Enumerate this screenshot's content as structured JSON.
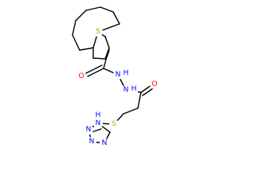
{
  "colors": {
    "background": "#ffffff",
    "bond": "#000000",
    "carbon_text": "#000000",
    "S": "#c8a000",
    "O": "#ff0000",
    "N": "#0000ff"
  },
  "atoms": [
    {
      "id": "S1",
      "label": "S",
      "element": "S"
    },
    {
      "id": "O1",
      "label": "O",
      "element": "O"
    },
    {
      "id": "N1",
      "label": "N",
      "element": "N"
    },
    {
      "id": "N2",
      "label": "N",
      "element": "N"
    },
    {
      "id": "O2",
      "label": "O",
      "element": "O"
    },
    {
      "id": "S2",
      "label": "S",
      "element": "S"
    },
    {
      "id": "N3",
      "label": "N",
      "element": "N"
    },
    {
      "id": "N4",
      "label": "N",
      "element": "N"
    },
    {
      "id": "N5",
      "label": "N",
      "element": "N"
    },
    {
      "id": "N6",
      "label": "N",
      "element": "N"
    }
  ],
  "hydrogen_labels": [
    {
      "id": "H_N1",
      "label": "H",
      "attached": "N1"
    },
    {
      "id": "H_N2",
      "label": "H",
      "attached": "N2"
    },
    {
      "id": "H_N3",
      "label": "H",
      "attached": "N3"
    }
  ]
}
